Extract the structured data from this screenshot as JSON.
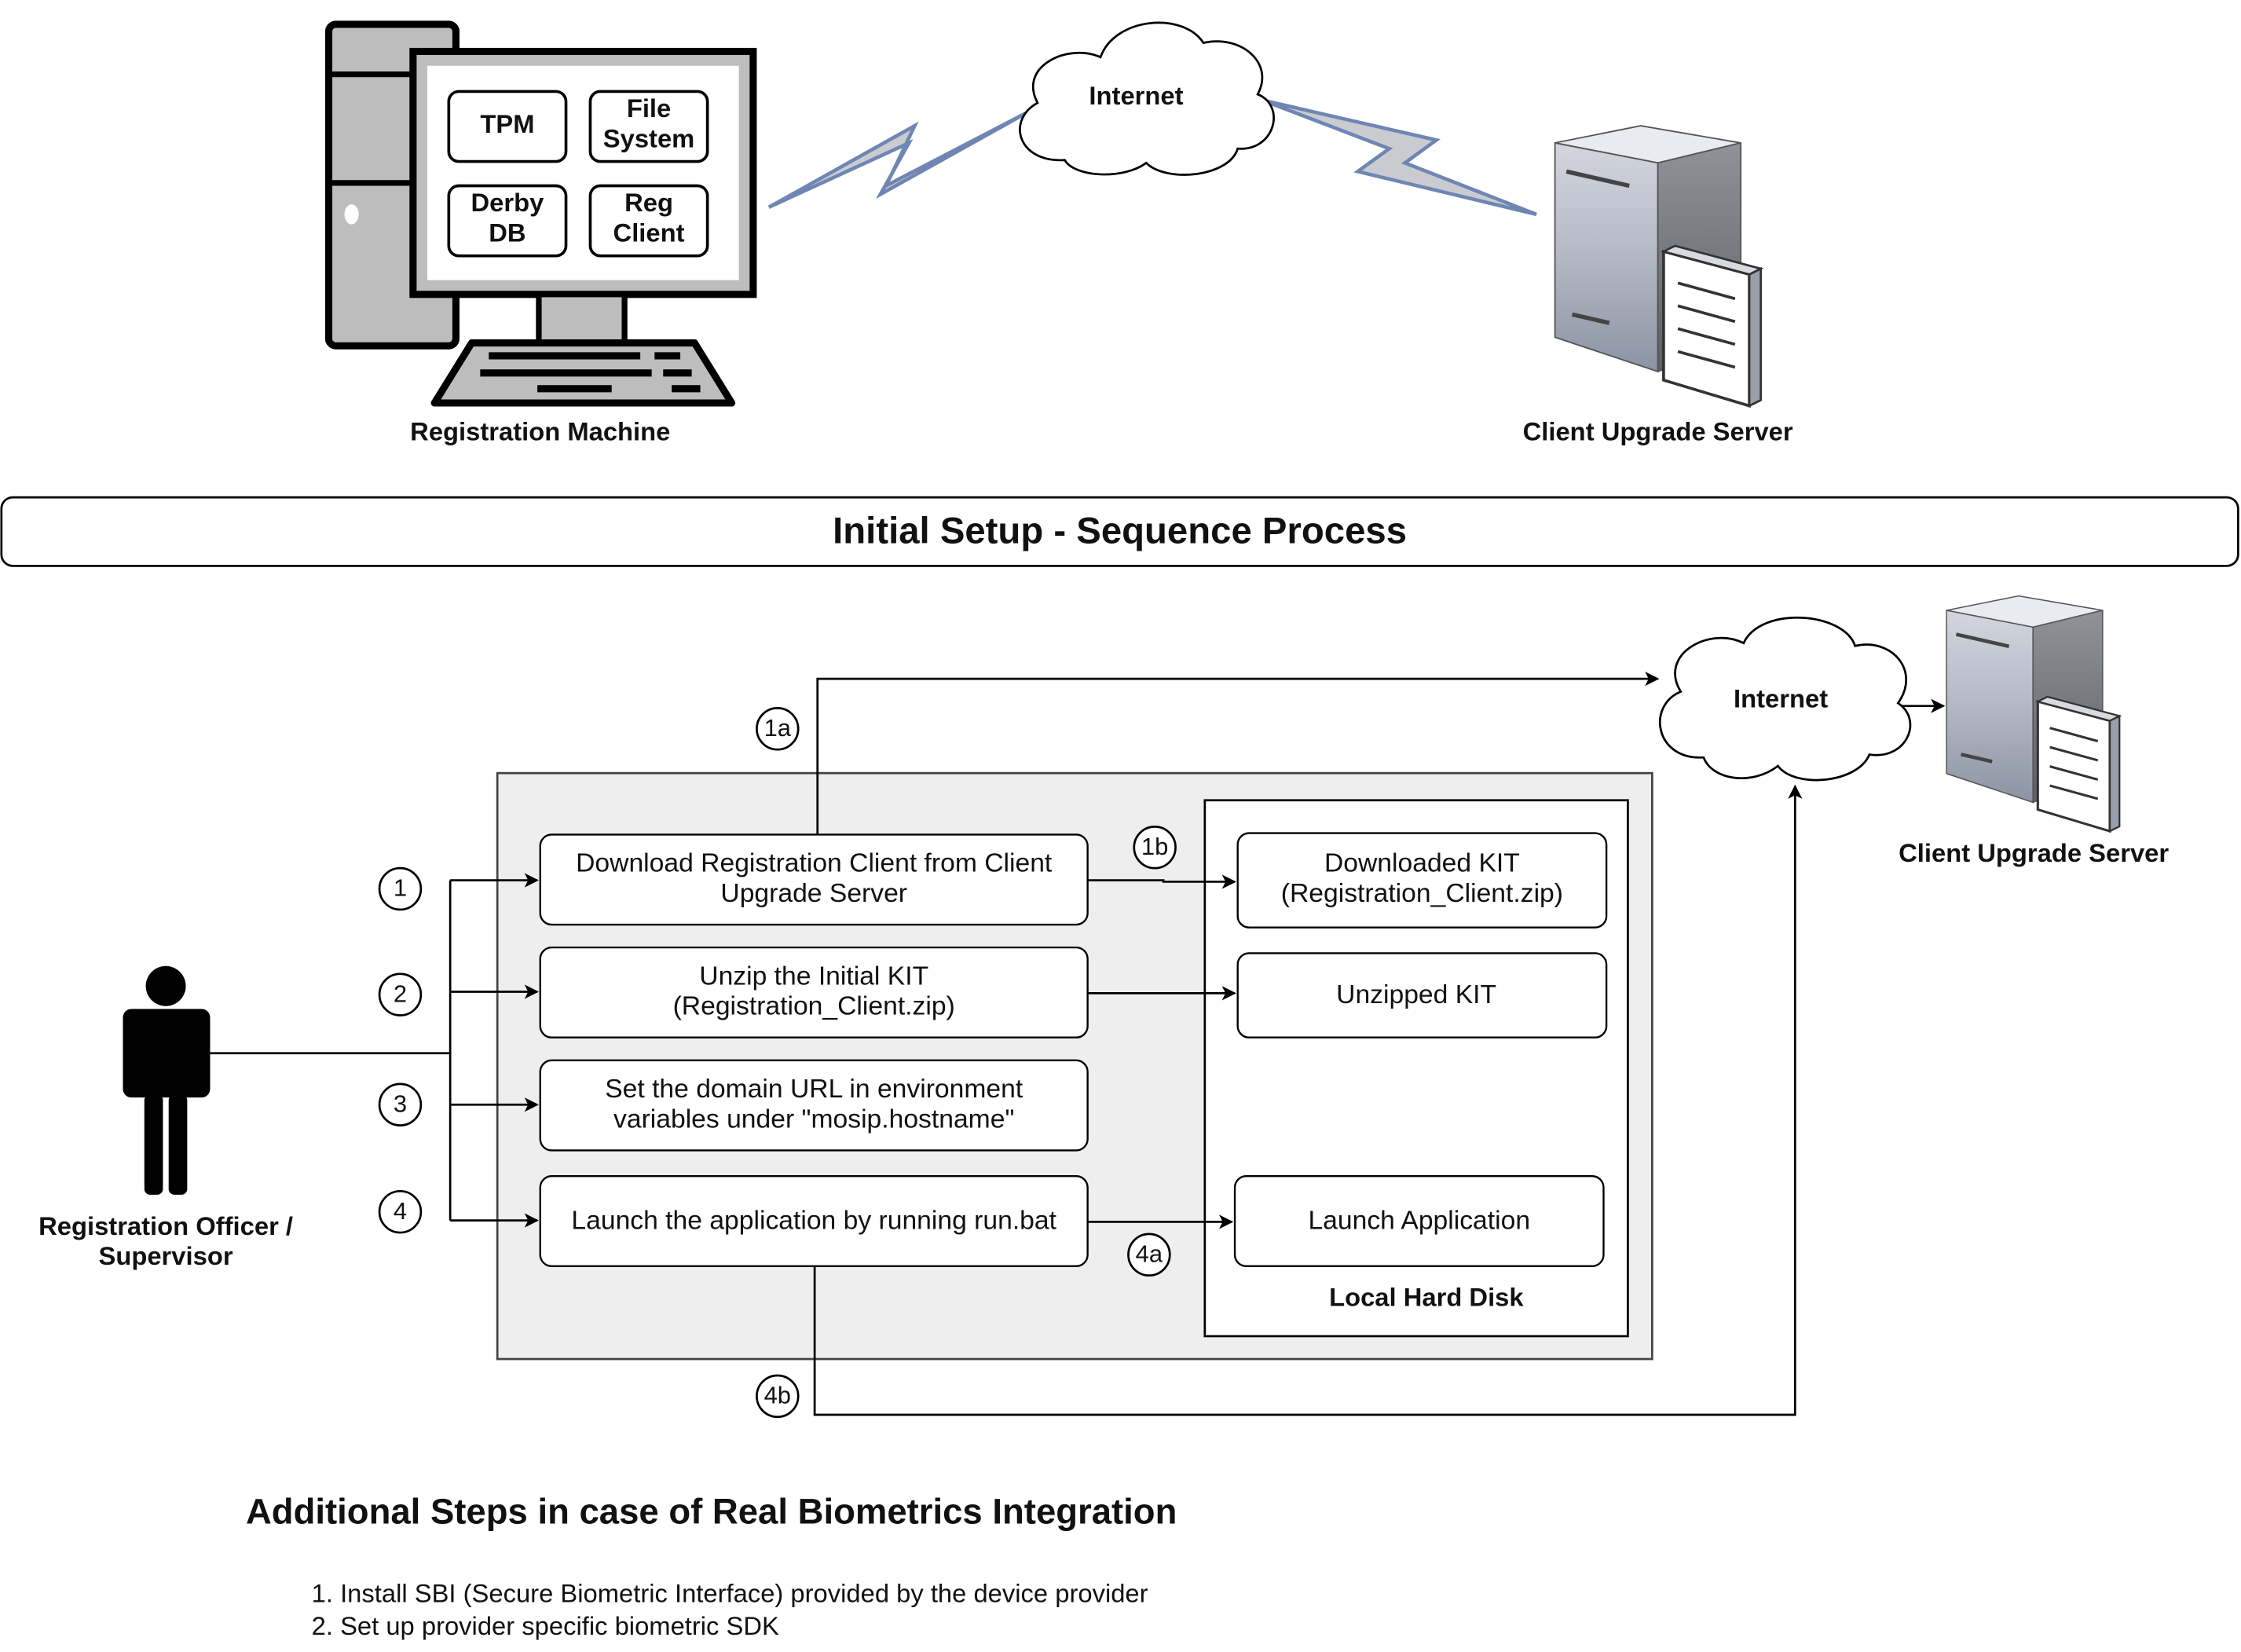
{
  "top": {
    "machine_modules": [
      "TPM",
      "File System",
      "Derby DB",
      "Reg Client"
    ],
    "machine_label": "Registration Machine",
    "internet_label": "Internet",
    "server_label": "Client Upgrade Server"
  },
  "banner_title": "Initial Setup - Sequence Process",
  "sequence": {
    "actor_label": "Registration Officer / Supervisor",
    "step_markers": [
      "1",
      "2",
      "3",
      "4"
    ],
    "steps": [
      "Download Registration Client from Client Upgrade Server",
      "Unzip the Initial KIT (Registration_Client.zip)",
      "Set the domain URL in environment variables under \"mosip.hostname\"",
      "Launch the application by running run.bat"
    ],
    "sub_markers": {
      "m1a": "1a",
      "m1b": "1b",
      "m4a": "4a",
      "m4b": "4b"
    },
    "disk_items": [
      "Downloaded KIT (Registration_Client.zip)",
      "Unzipped KIT",
      "Launch Application"
    ],
    "disk_label": "Local Hard Disk",
    "internet_label": "Internet",
    "server_label": "Client Upgrade Server"
  },
  "additional": {
    "heading": "Additional Steps in case of Real Biometrics Integration",
    "items": [
      "1. Install SBI (Secure Biometric Interface) provided by the device provider",
      "2. Set up provider specific biometric SDK"
    ]
  }
}
